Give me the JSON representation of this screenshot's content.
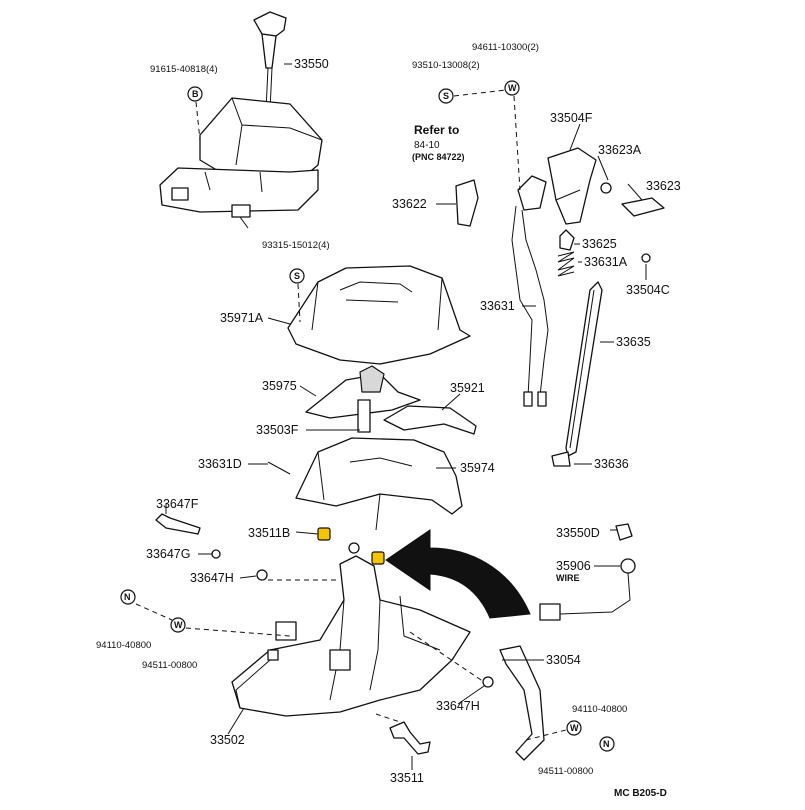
{
  "labels": {
    "p33550": "33550",
    "p91615": "91615-40818(4)",
    "p94611": "94611-10300(2)",
    "p93510": "93510-13008(2)",
    "p33504F": "33504F",
    "p33623A": "33623A",
    "p33623": "33623",
    "p33622": "33622",
    "p33625": "33625",
    "p33631A": "33631A",
    "p33504C": "33504C",
    "p93315": "93315-15012(4)",
    "p35971A": "35971A",
    "p33631": "33631",
    "p33635": "33635",
    "p35975": "35975",
    "p35921": "35921",
    "p33503F": "33503F",
    "p33631D": "33631D",
    "p35974": "35974",
    "p33636": "33636",
    "p33647F": "33647F",
    "p33511B": "33511B",
    "p33647G": "33647G",
    "p33550D": "33550D",
    "p35906": "35906",
    "p33647H_a": "33647H",
    "p94110_a": "94110-40800",
    "p94511_a": "94511-00800",
    "p33054": "33054",
    "p33647H_b": "33647H",
    "p94110_b": "94110-40800",
    "p33502": "33502",
    "p94511_b": "94511-00800",
    "p33511": "33511"
  },
  "reference": {
    "title": "Refer to",
    "page": "84-10",
    "pnc": "(PNC 84722)"
  },
  "wire_label": "WIRE",
  "symbols": {
    "bolt": "B",
    "screw": "S",
    "washer": "W",
    "nut": "N"
  },
  "footer": "MC  B205-D"
}
